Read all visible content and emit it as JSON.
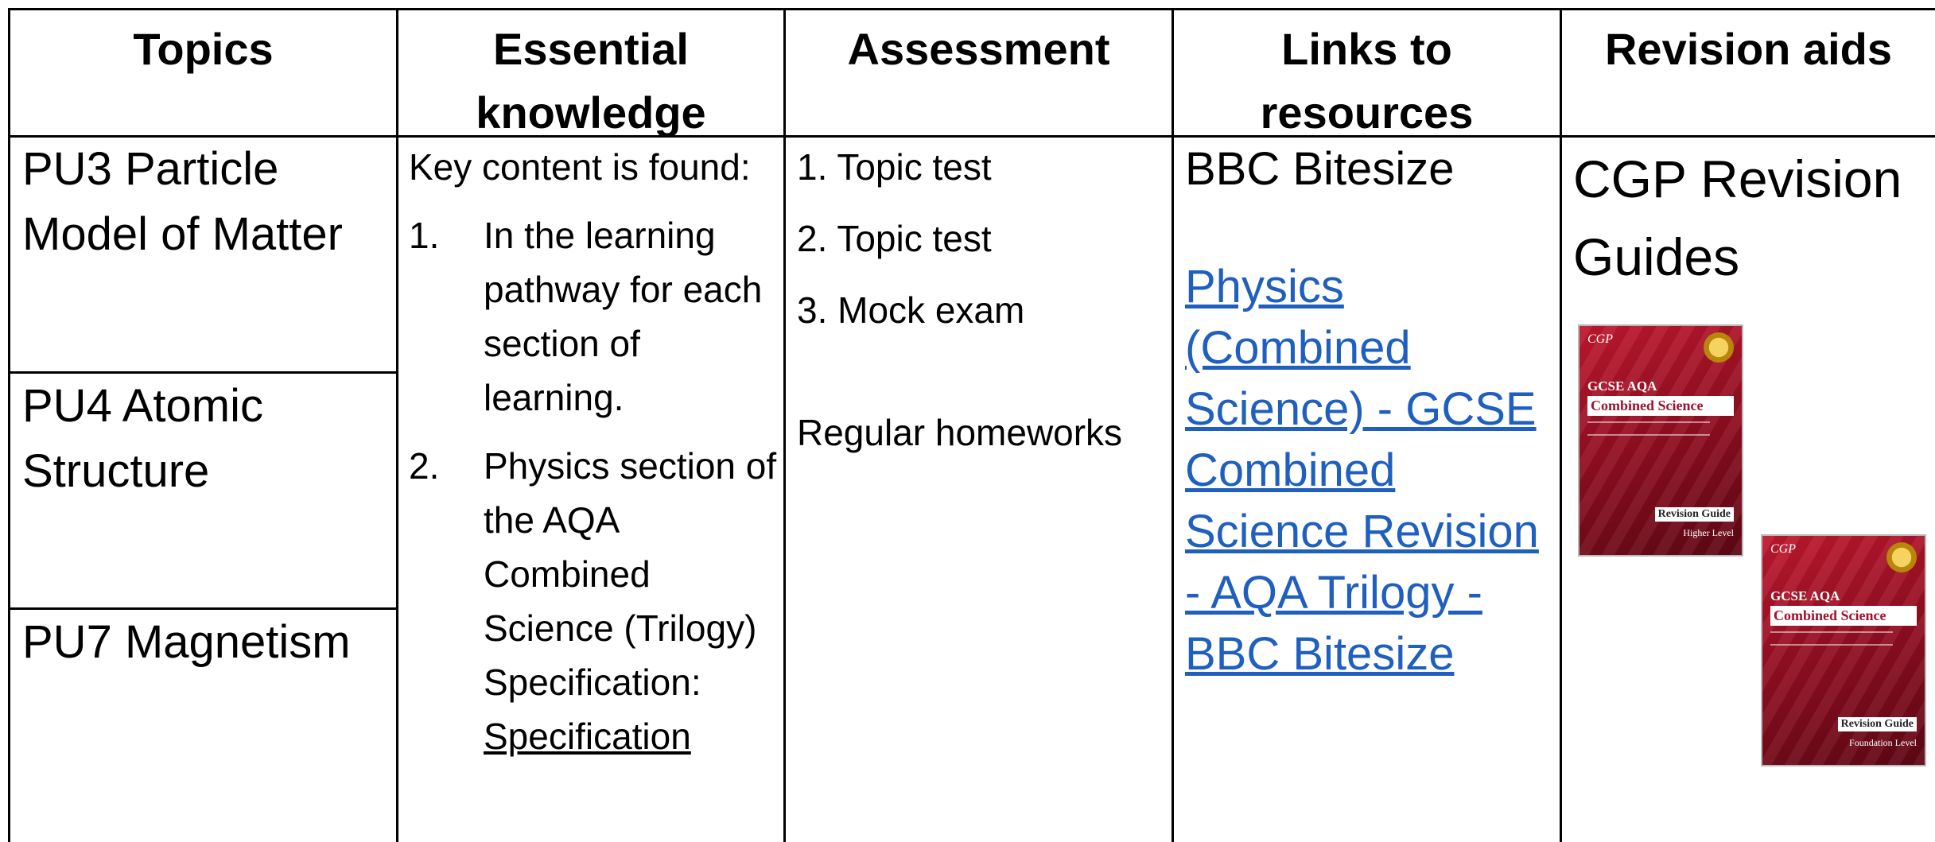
{
  "headers": {
    "topics": "Topics",
    "essential_line1": "Essential",
    "essential_line2": "knowledge",
    "assessment": "Assessment",
    "links_line1": "Links to",
    "links_line2": "resources",
    "revision": "Revision aids"
  },
  "topics": [
    {
      "line1": "PU3 Particle",
      "line2": "Model of Matter"
    },
    {
      "line1": "PU4 Atomic",
      "line2": "Structure"
    },
    {
      "line1": "PU7 Magnetism",
      "line2": ""
    }
  ],
  "knowledge": {
    "intro": "Key content is found:",
    "items": [
      {
        "num": "1.",
        "text": "In the learning pathway for each section of learning."
      },
      {
        "num": "2.",
        "text_before": "Physics section of the AQA Combined Science (Trilogy) Specification:",
        "link": "Specification"
      }
    ]
  },
  "assessment": {
    "items": [
      "1. Topic test",
      "2. Topic test",
      "3. Mock exam"
    ],
    "extra": "Regular homeworks"
  },
  "resources": {
    "label": "BBC Bitesize",
    "link_lines": [
      "Physics",
      "(Combined",
      "Science) - GCSE",
      "Combined",
      "Science Revision",
      "- AQA Trilogy -",
      "BBC Bitesize"
    ]
  },
  "revision": {
    "line1": "CGP Revision",
    "line2": "Guides",
    "book_higher": {
      "brand": "CGP",
      "title1": "GCSE AQA",
      "title2": "Combined Science",
      "badge": "Revision Guide",
      "level": "Higher Level"
    },
    "book_foundation": {
      "brand": "CGP",
      "title1": "GCSE AQA",
      "title2": "Combined Science",
      "badge": "Revision Guide",
      "level": "Foundation Level"
    }
  },
  "colors": {
    "link": "#1f5fbf",
    "book_red": "#a0102a"
  }
}
